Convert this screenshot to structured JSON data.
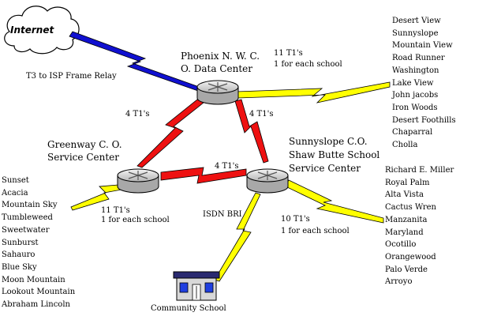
{
  "internet": {
    "label": "Internet"
  },
  "links": {
    "t3": "T3 to ISP Frame Relay",
    "phoenix_t1_count": "11 T1's",
    "phoenix_t1_note": "1 for each school",
    "to_greenway": "4 T1's",
    "to_sunnyslope": "4 T1's",
    "greenway_sunnyslope": "4 T1's",
    "greenway_schools_count": "11 T1's",
    "greenway_schools_note": "1 for each school",
    "isdn": "ISDN BRI",
    "sunnyslope_schools_count": "10 T1's",
    "sunnyslope_schools_note": "1 for each school"
  },
  "nodes": {
    "phoenix": {
      "line1": "Phoenix N. W. C.",
      "line2": "O. Data Center"
    },
    "greenway": {
      "line1": "Greenway C. O.",
      "line2": "Service Center"
    },
    "sunnyslope": {
      "line1": "Sunnyslope C.O.",
      "line2": "Shaw Butte School",
      "line3": "Service Center"
    },
    "community": {
      "label": "Community School"
    }
  },
  "school_lists": {
    "phoenix": [
      "Desert View",
      "Sunnyslope",
      "Mountain View",
      "Road Runner",
      "Washington",
      "Lake View",
      "John jacobs",
      "Iron Woods",
      "Desert Foothills",
      "Chaparral",
      "Cholla"
    ],
    "greenway": [
      "Sunset",
      "Acacia",
      "Mountain Sky",
      "Tumbleweed",
      "Sweetwater",
      "Sunburst",
      "Sahauro",
      "Blue Sky",
      "Moon Mountain",
      "Lookout Mountain",
      "Abraham Lincoln"
    ],
    "sunnyslope": [
      "Richard E. Miller",
      "Royal Palm",
      "Alta Vista",
      "Cactus Wren",
      "Manzanita",
      "Maryland",
      "Ocotillo",
      "Orangewood",
      "Palo Verde",
      "Arroyo"
    ]
  },
  "colors": {
    "t3_link": "#1010d0",
    "t1_core_link": "#ee1111",
    "school_link": "#ffff00",
    "router_body": "#c8c8c8",
    "building_roof": "#2a2a70",
    "building_window": "#1f3fe0"
  },
  "icons": {
    "internet": "cloud-icon",
    "router": "router-icon",
    "school": "school-building-icon"
  }
}
